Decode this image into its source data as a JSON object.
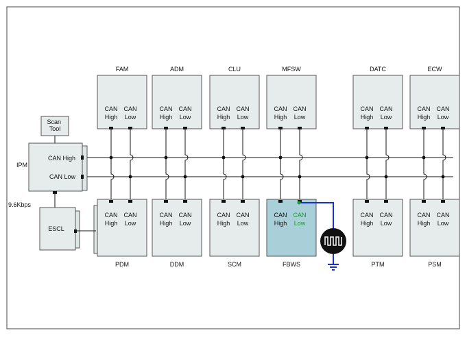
{
  "diagram": {
    "bus_labels": {
      "high": "CAN High",
      "low": "CAN Low"
    },
    "top_modules": [
      {
        "name": "FAM",
        "high": "CAN\nHigh",
        "low": "CAN\nLow"
      },
      {
        "name": "ADM",
        "high": "CAN\nHigh",
        "low": "CAN\nLow"
      },
      {
        "name": "CLU",
        "high": "CAN\nHigh",
        "low": "CAN\nLow"
      },
      {
        "name": "MFSW",
        "high": "CAN\nHigh",
        "low": "CAN\nLow"
      },
      {
        "name": "DATC",
        "high": "CAN\nHigh",
        "low": "CAN\nLow"
      },
      {
        "name": "ECW",
        "high": "CAN\nHigh",
        "low": "CAN\nLow"
      }
    ],
    "bottom_modules": [
      {
        "name": "PDM",
        "high": "CAN\nHigh",
        "low": "CAN\nLow"
      },
      {
        "name": "DDM",
        "high": "CAN\nHigh",
        "low": "CAN\nLow"
      },
      {
        "name": "SCM",
        "high": "CAN\nHigh",
        "low": "CAN\nLow"
      },
      {
        "name": "FBWS",
        "high": "CAN\nHigh",
        "low": "CAN\nLow",
        "highlight": true
      },
      {
        "name": "PTM",
        "high": "CAN\nHigh",
        "low": "CAN\nLow"
      },
      {
        "name": "PSM",
        "high": "CAN\nHigh",
        "low": "CAN\nLow"
      }
    ],
    "ipm": {
      "name": "IPM",
      "high": "CAN High",
      "low": "CAN Low"
    },
    "scan_tool": "Scan\nTool",
    "escl": {
      "name": "ESCL",
      "link_speed": "9.6Kbps"
    },
    "colors": {
      "highlight_fill": "#a9cfd9",
      "fault_wire": "#1530d6",
      "fault_label": "#1a9a2a"
    }
  }
}
